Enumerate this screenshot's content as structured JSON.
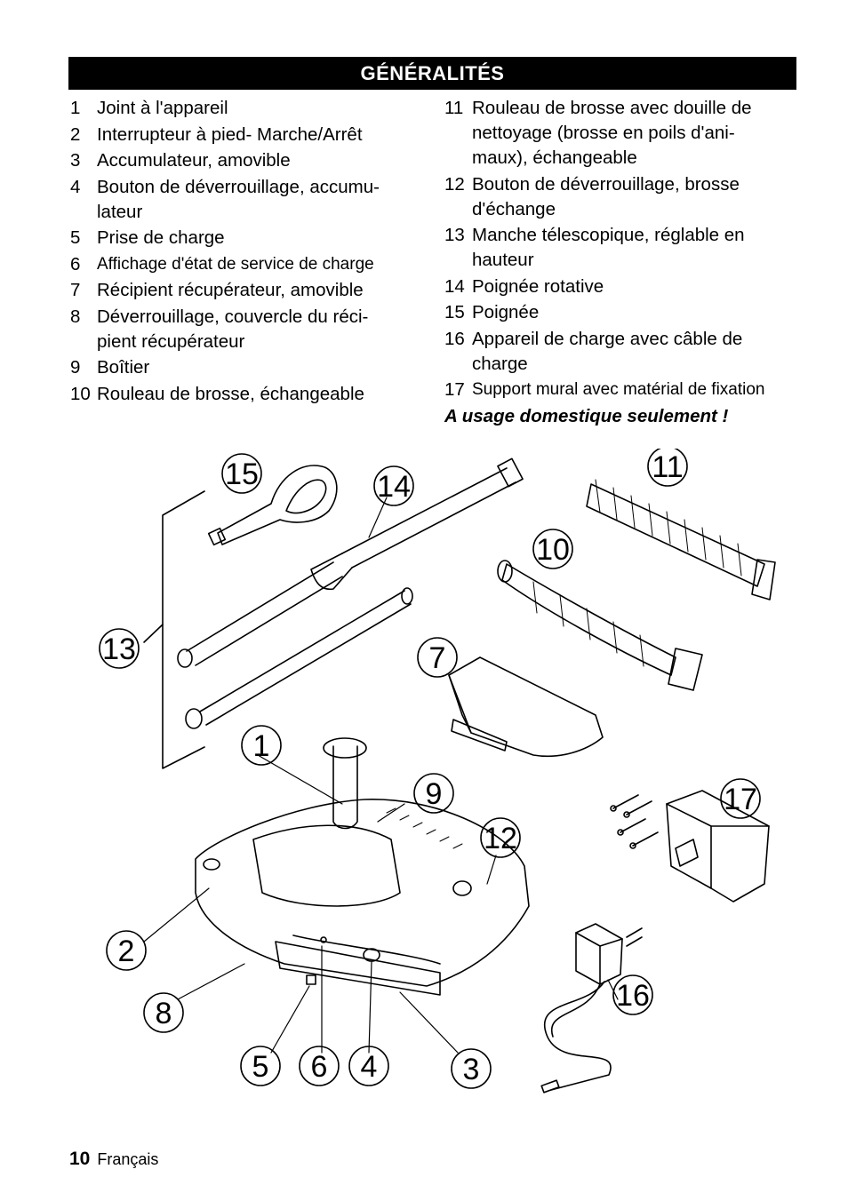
{
  "header": {
    "title": "GÉNÉRALITÉS"
  },
  "left_items": [
    {
      "num": "1",
      "text": "Joint à l'appareil"
    },
    {
      "num": "2",
      "text": "Interrupteur à pied- Marche/Arrêt"
    },
    {
      "num": "3",
      "text": "Accumulateur, amovible"
    },
    {
      "num": "4",
      "text": "Bouton de déverrouillage, accumu-lateur"
    },
    {
      "num": "5",
      "text": "Prise de charge"
    },
    {
      "num": "6",
      "text": "Affichage d'état de service de charge"
    },
    {
      "num": "7",
      "text": "Récipient récupérateur, amovible"
    },
    {
      "num": "8",
      "text": "Déverrouillage, couvercle du réci-pient récupérateur"
    },
    {
      "num": "9",
      "text": "Boîtier"
    },
    {
      "num": "10",
      "text": "Rouleau de brosse, échangeable"
    }
  ],
  "right_items": [
    {
      "num": "11",
      "text": "Rouleau de brosse avec douille de nettoyage (brosse en poils d'ani-maux), échangeable"
    },
    {
      "num": "12",
      "text": "Bouton de déverrouillage, brosse d'échange"
    },
    {
      "num": "13",
      "text": "Manche télescopique, réglable en hauteur"
    },
    {
      "num": "14",
      "text": "Poignée rotative"
    },
    {
      "num": "15",
      "text": "Poignée"
    },
    {
      "num": "16",
      "text": "Appareil de charge avec câble de charge"
    },
    {
      "num": "17",
      "text": "Support mural avec matérial de fixation"
    }
  ],
  "note": "A usage domestique seulement !",
  "callouts": {
    "c1": "1",
    "c2": "2",
    "c3": "3",
    "c4": "4",
    "c5": "5",
    "c6": "6",
    "c7": "7",
    "c8": "8",
    "c9": "9",
    "c10": "10",
    "c11": "11",
    "c12": "12",
    "c13": "13",
    "c14": "14",
    "c15": "15",
    "c16": "16",
    "c17": "17"
  },
  "footer": {
    "page": "10",
    "language": "Français"
  }
}
